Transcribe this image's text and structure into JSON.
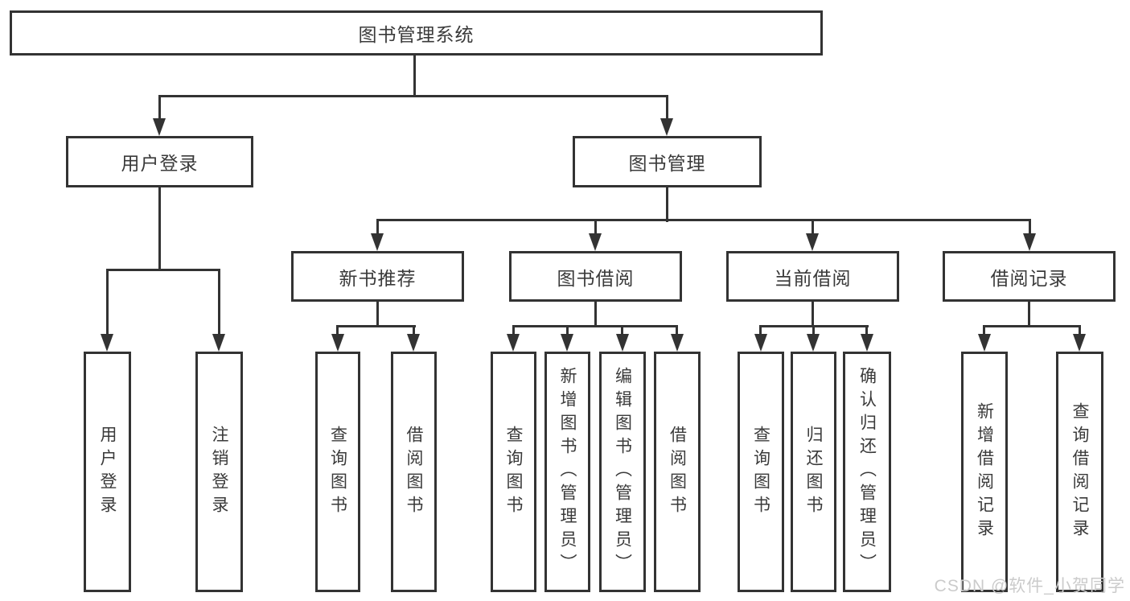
{
  "diagram": {
    "root": {
      "label": "图书管理系统"
    },
    "level2": [
      {
        "label": "用户登录"
      },
      {
        "label": "图书管理"
      }
    ],
    "level3": [
      {
        "label": "新书推荐"
      },
      {
        "label": "图书借阅"
      },
      {
        "label": "当前借阅"
      },
      {
        "label": "借阅记录"
      }
    ],
    "leaves": {
      "user": [
        "用户登录",
        "注销登录"
      ],
      "recommend": [
        "查询图书",
        "借阅图书"
      ],
      "borrow": [
        "查询图书",
        "新增图书（管理员）",
        "编辑图书（管理员）",
        "借阅图书"
      ],
      "current": [
        "查询图书",
        "归还图书",
        "确认归还（管理员）"
      ],
      "records": [
        "新增借阅记录",
        "查询借阅记录"
      ]
    },
    "colors": {
      "line": "#333333",
      "text": "#3a3a3a",
      "background": "#ffffff",
      "watermark": "#cbcbcb"
    }
  },
  "watermark": {
    "text": "CSDN @软件_小贺同学"
  }
}
